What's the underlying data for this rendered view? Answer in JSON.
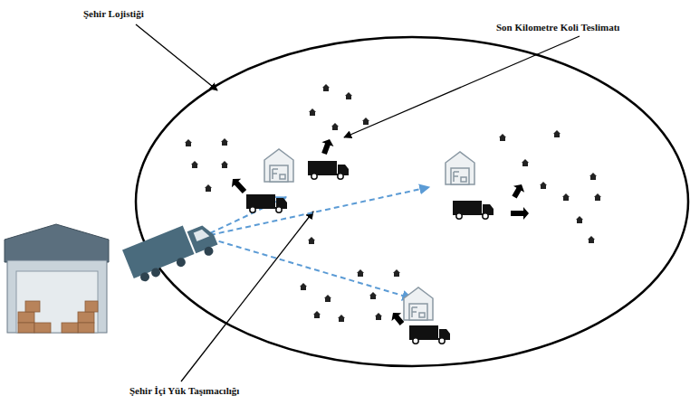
{
  "diagram": {
    "labels": [
      "Şehir Lojistiği",
      "Son Kilometre Koli Teslimatı",
      "Şehir İçi Yük Taşımacılığı"
    ]
  }
}
